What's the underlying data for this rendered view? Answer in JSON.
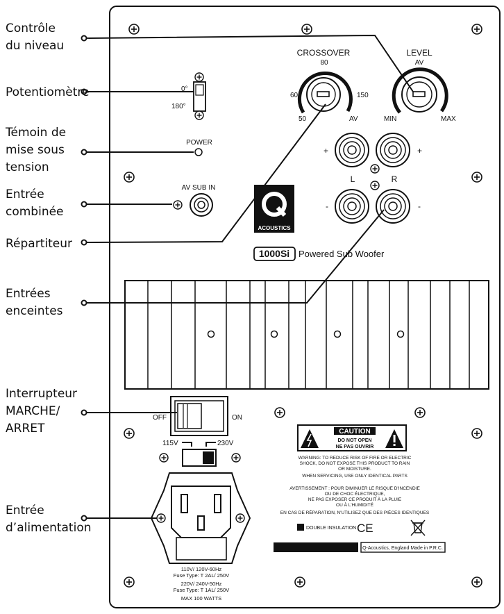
{
  "callouts": {
    "level_control": [
      "Contrôle",
      "du niveau"
    ],
    "potentiometer": [
      "Potentiomètre"
    ],
    "power_indicator": [
      "Témoin de",
      "mise sous",
      "tension"
    ],
    "combined_input": [
      "Entrée",
      "combinée"
    ],
    "crossover": [
      "Répartiteur"
    ],
    "speaker_inputs": [
      "Entrées",
      "enceintes"
    ],
    "switch": [
      "Interrupteur",
      "MARCHE/",
      "ARRET"
    ],
    "power_input": [
      "Entrée",
      "d’alimentation"
    ]
  },
  "panel": {
    "crossover": {
      "title": "CROSSOVER",
      "top": "80",
      "left": "60",
      "right": "150",
      "bottom_left": "50",
      "bottom_right": "AV"
    },
    "level": {
      "title": "LEVEL",
      "top": "AV",
      "min": "MIN",
      "max": "MAX"
    },
    "phase": {
      "zero": "0°",
      "one_eighty": "180°"
    },
    "power_label": "POWER",
    "av_sub_in": "AV SUB IN",
    "speaker": {
      "left": "L",
      "right": "R",
      "plus": "+",
      "minus": "-"
    },
    "logo_text": "ACOUSTICS",
    "model_badge": "1000Si",
    "model_text": "Powered Sub Woofer",
    "switch": {
      "off": "OFF",
      "on": "ON"
    },
    "voltage": {
      "v115": "115V",
      "v230": "230V"
    },
    "caution": {
      "title": "CAUTION",
      "line1": "DO NOT OPEN",
      "line2": "NE PAS OUVRIR",
      "warning": [
        "WARNING: TO REDUCE RISK OF FIRE OR ELECTRIC",
        "SHOCK, DO NOT EXPOSE THIS PRODUCT TO RAIN",
        "OR MOISTURE.",
        "WHEN SERVICING, USE ONLY IDENTICAL PARTS"
      ],
      "avertissement": [
        "AVERTISSEMENT : POUR DIMINUER LE RISQUE D'INCENDIE",
        "OU DE CHOC ÉLECTRIQUE,",
        "NE PAS EXPOSER CE PRODUIT À LA PLUIE",
        "OU À L'HUMIDITÉ",
        "EN CAS DE RÉPARATION, N'UTILISEZ QUE DES PIÈCES IDENTIQUES"
      ]
    },
    "double_insulation": "DOUBLE INSULATION",
    "ce_mark": "CE",
    "made_in": "Q-Acoustics, England Made in P.R.C.",
    "fuse": [
      "110V/ 120V-60Hz",
      "Fuse Type: T 2AL/ 250V",
      "220V/ 240V-50Hz",
      "Fuse Type: T 1AL/ 250V",
      "MAX 100 WATTS"
    ]
  }
}
